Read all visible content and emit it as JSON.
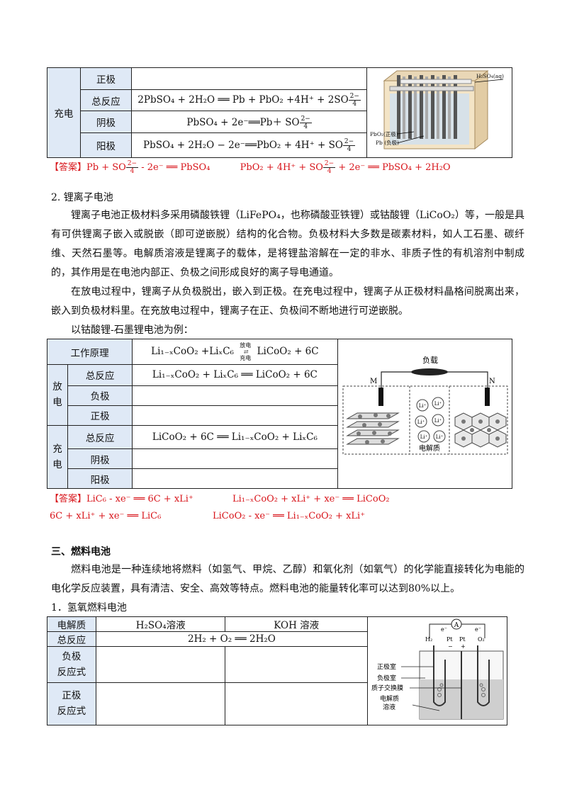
{
  "t1": {
    "r_zj": "正极",
    "r_zfy": "总反应",
    "r_cd": "充电",
    "r_yj": "阴极",
    "r_yangj": "阳极",
    "eq_total_lhs": "2PbSO₄ + 2H₂O",
    "eq_total_rhs": "Pb + PbO₂ +4H⁺ + 2SO",
    "eq_cathode_lhs": "PbSO₄ + 2e⁻",
    "eq_cathode_rhs": "Pb＋ SO",
    "eq_anode_lhs": "PbSO₄ + 2H₂O − 2e⁻",
    "eq_anode_rhs": "PbO₂ + 4H⁺ +  SO",
    "fig_h2so4": "H₂SO₄(aq)",
    "fig_pbo2": "PbO₂(正极)",
    "fig_pb": "Pb (负极)"
  },
  "ans1": {
    "label": "【答案】",
    "a_lhs": "Pb + SO",
    "a_mid": " - 2e⁻",
    "a_rhs": "PbSO₄",
    "b_lhs": "PbO₂ + 4H⁺ + SO",
    "b_mid": " + 2e⁻",
    "b_rhs": "PbSO₄ + 2H₂O"
  },
  "ion": "4",
  "ion_charge": "2−",
  "sec2_title": "2. 锂离子电池",
  "p1": "锂离子电池正极材料多采用磷酸铁锂（LiFePO₄，也称磷酸亚铁锂）或钴酸锂（LiCoO₂）等，一般是具有可供锂离子嵌入或脱嵌（即可逆嵌脱）结构的化合物。负极材料大多数是碳素材料，如人工石墨、碳纤维、天然石墨等。电解质溶液是锂离子的载体，是将锂盐溶解在一定的非水、非质子性的有机溶剂中制成的，其作用是在电池内部正、负极之间形成良好的离子导电通道。",
  "p2": "在放电过程中，锂离子从负极脱出，嵌入到正极。在充电过程中，锂离子从正极材料晶格间脱离出来，嵌入到负极材料里。在充放电过程中，锂离子在正、负极间不断地进行可逆嵌脱。",
  "p3": "以钴酸锂-石墨锂电池为例：",
  "t2": {
    "work": "工作原理",
    "work_lhs": "Li₁₋ₓCoO₂ +LiₓC₆",
    "arrow_top": "放电",
    "arrow_bot": "充电",
    "work_rhs": "LiCoO₂ + 6C",
    "fd": "放电",
    "cd": "充电",
    "zfy": "总反应",
    "fj": "负极",
    "zj": "正极",
    "yj": "阴极",
    "yangj": "阳极",
    "dis_lhs": "Li₁₋ₓCoO₂ + LiₓC₆",
    "dis_rhs": "LiCoO₂ + 6C",
    "ch_lhs": "LiCoO₂ + 6C",
    "ch_rhs": "Li₁₋ₓCoO₂ + LiₓC₆",
    "fig_load": "负载",
    "fig_m": "M",
    "fig_n": "N",
    "fig_li": "Li⁺",
    "fig_elec": "电解质"
  },
  "ans2": {
    "label": "【答案】",
    "a1_lhs": "LiC₆ - xe⁻",
    "a1_rhs": "6C + xLi⁺",
    "a2_lhs": "Li₁₋ₓCoO₂ + xLi⁺ + xe⁻",
    "a2_rhs": "LiCoO₂",
    "a3_lhs": "6C + xLi⁺ + xe⁻",
    "a3_rhs": "LiC₆",
    "a4_lhs": "LiCoO₂ - xe⁻",
    "a4_rhs": "Li₁₋ₓCoO₂ + xLi⁺"
  },
  "sec3_title": "三、燃料电池",
  "p4": "燃料电池是一种连续地将燃料（如氢气、甲烷、乙醇）和氧化剂（如氧气）的化学能直接转化为电能的电化学反应装置，具有清洁、安全、高效等特点。燃料电池的能量转化率可以达到80%以上。",
  "sub1": "1．氢氧燃料电池",
  "t3": {
    "djz": "电解质",
    "h2so4": "H₂SO₄溶液",
    "koh": "KOH 溶液",
    "zfy": "总反应",
    "total_lhs": "2H₂ + O₂",
    "total_rhs": "2H₂O",
    "fj1": "负极",
    "fj2": "反应式",
    "zj1": "正极",
    "zj2": "反应式",
    "fig_a": "A",
    "fig_e": "e⁻",
    "fig_h2": "H₂",
    "fig_pt": "Pt",
    "fig_o2": "O₂",
    "fig_minus": "−",
    "fig_plus": "+",
    "fig_zjs": "正极室",
    "fig_fjs": "负极室",
    "fig_mem": "质子交换膜",
    "fig_sol1": "电解质",
    "fig_sol2": "溶液"
  }
}
